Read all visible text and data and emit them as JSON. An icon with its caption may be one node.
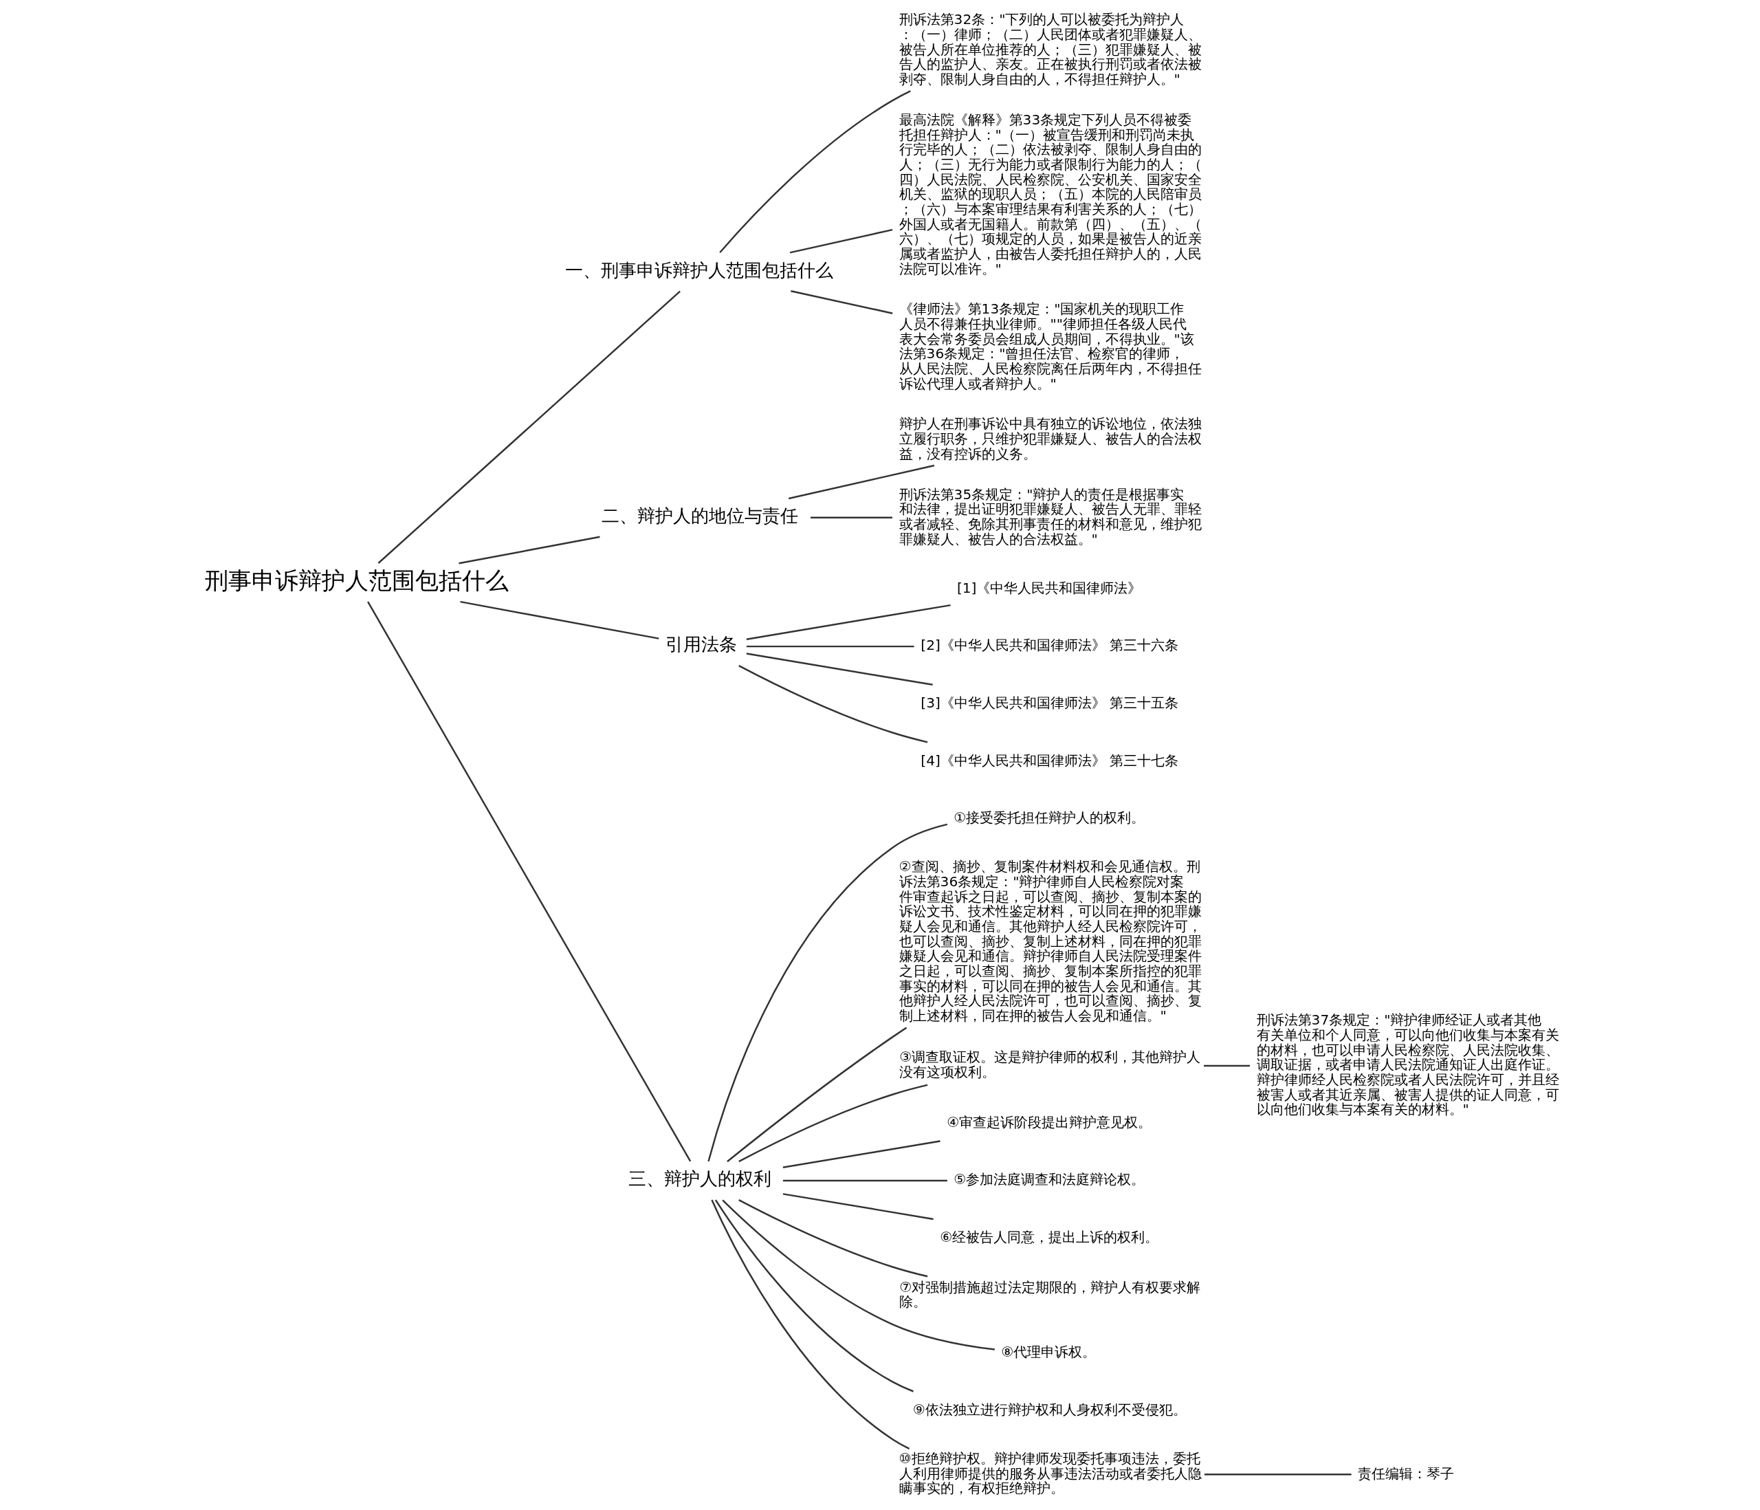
{
  "diagram": {
    "nodes": [
      {
        "text": [
          "刑事申诉辩护人范围包括什么"
        ]
      },
      {
        "text": [
          "一、刑事申诉辩护人范围包括什么"
        ]
      },
      {
        "text": [
          "刑诉法第32条：\"下列的人可以被委托为辩护人：（一）律师；（二）人民团体或者犯罪嫌疑人、被告人所在单位推荐的人；（三）犯罪嫌疑人、被告人的监护人、亲友。正在被执行刑罚或者依法被剥夺、限制人身自由的人，不得担任辩护人。\""
        ]
      },
      {
        "text": [
          "最高法院《解释》第33条规定下列人员不得被委托担任辩护人：\"（一）被宣告缓刑和刑罚尚未执行完毕的人；（二）依法被剥夺、限制人身自由的人；（三）无行为能力或者限制行为能力的人；（四）人民法院、人民检察院、公安机关、国家安全机关、监狱的现职人员；（五）本院的人民陪审员；（六）与本案审理结果有利害关系的人；（七）外国人或者无国籍人。前款第（四）、（五）、（六）、（七）项规定的人员，如果是被告人的近亲属或者监护人，由被告人委托担任辩护人的，人民法院可以准许。\""
        ]
      },
      {
        "text": [
          "《律师法》第13条规定：\"国家机关的现职工作人员不得兼任执业律师。\"\"律师担任各级人民代表大会常务委员会组成人员期间，不得执业。\"该法第36条规定：\"曾担任法官、检察官的律师，从人民法院、人民检察院离任后两年内，不得担任诉讼代理人或者辩护人。\""
        ]
      },
      {
        "text": [
          "二、辩护人的地位与责任"
        ]
      },
      {
        "text": [
          "辩护人在刑事诉讼中具有独立的诉讼地位，依法独立履行职务，只维护犯罪嫌疑人、被告人的合法权益，没有控诉的义务。"
        ]
      },
      {
        "text": [
          "刑诉法第35条规定：\"辩护人的责任是根据事实和法律，提出证明犯罪嫌疑人、被告人无罪、罪轻或者减轻、免除其刑事责任的材料和意见，维护犯罪嫌疑人、被告人的合法权益。\""
        ]
      },
      {
        "text": [
          "引用法条"
        ]
      },
      {
        "text": [
          "[1]《中华人民共和国律师法》"
        ]
      },
      {
        "text": [
          "[2]《中华人民共和国律师法》 第三十六条"
        ]
      },
      {
        "text": [
          "[3]《中华人民共和国律师法》 第三十五条"
        ]
      },
      {
        "text": [
          "[4]《中华人民共和国律师法》 第三十七条"
        ]
      },
      {
        "text": [
          "三、辩护人的权利"
        ]
      },
      {
        "text": [
          "①接受委托担任辩护人的权利。"
        ]
      },
      {
        "text": [
          "②查阅、摘抄、复制案件材料权和会见通信权。刑诉法第36条规定：\"辩护律师自人民检察院对案件审查起诉之日起，可以查阅、摘抄、复制本案的诉讼文书、技术性鉴定材料，可以同在押的犯罪嫌疑人会见和通信。其他辩护人经人民检察院许可，也可以查阅、摘抄、复制上述材料，同在押的犯罪嫌疑人会见和通信。辩护律师自人民法院受理案件之日起，可以查阅、摘抄、复制本案所指控的犯罪事实的材料，可以同在押的被告人会见和通信。其他辩护人经人民法院许可，也可以查阅、摘抄、复制上述材料，同在押的被告人会见和通信。\""
        ]
      },
      {
        "text": [
          "③调查取证权。这是辩护律师的权利，其他辩护人没有这项权利。"
        ]
      },
      {
        "text": [
          "④审查起诉阶段提出辩护意见权。"
        ]
      },
      {
        "text": [
          "⑤参加法庭调查和法庭辩论权。"
        ]
      },
      {
        "text": [
          "⑥经被告人同意，提出上诉的权利。"
        ]
      },
      {
        "text": [
          "⑦对强制措施超过法定期限的，辩护人有权要求解除。"
        ]
      },
      {
        "text": [
          "⑧代理申诉权。"
        ]
      },
      {
        "text": [
          "⑨依法独立进行辩护权和人身权利不受侵犯。"
        ]
      },
      {
        "text": [
          "⑩拒绝辩护权。辩护律师发现委托事项违法，委托人利用律师提供的服务从事违法活动或者委托人隐瞒事实的，有权拒绝辩护。"
        ]
      },
      {
        "text": [
          "刑诉法第37条规定：\"辩护律师经证人或者其他有关单位和个人同意，可以向他们收集与本案有关的材料，也可以申请人民检察院、人民法院收集、调取证据，或者申请人民法院通知证人出庭作证。辩护律师经人民检察院或者人民法院许可，并且经被害人或者其近亲属、被害人提供的证人同意，可以向他们收集与本案有关的材料。\""
        ]
      },
      {
        "text": [
          "责任编辑：琴子"
        ]
      }
    ],
    "edges": [
      {
        "from": 0,
        "to": 1,
        "arrow": "none"
      },
      {
        "from": 1,
        "to": 2,
        "arrow": "none"
      },
      {
        "from": 1,
        "to": 3,
        "arrow": "none"
      },
      {
        "from": 1,
        "to": 4,
        "arrow": "none"
      },
      {
        "from": 0,
        "to": 5,
        "arrow": "none"
      },
      {
        "from": 5,
        "to": 6,
        "arrow": "none"
      },
      {
        "from": 5,
        "to": 7,
        "arrow": "none"
      },
      {
        "from": 0,
        "to": 8,
        "arrow": "none"
      },
      {
        "from": 8,
        "to": 9,
        "arrow": "none"
      },
      {
        "from": 8,
        "to": 10,
        "arrow": "none"
      },
      {
        "from": 8,
        "to": 11,
        "arrow": "none"
      },
      {
        "from": 8,
        "to": 12,
        "arrow": "none"
      },
      {
        "from": 0,
        "to": 13,
        "arrow": "none"
      },
      {
        "from": 13,
        "to": 14,
        "arrow": "none"
      },
      {
        "from": 13,
        "to": 15,
        "arrow": "none"
      },
      {
        "from": 13,
        "to": 16,
        "arrow": "none"
      },
      {
        "from": 13,
        "to": 17,
        "arrow": "none"
      },
      {
        "from": 13,
        "to": 18,
        "arrow": "none"
      },
      {
        "from": 13,
        "to": 19,
        "arrow": "none"
      },
      {
        "from": 13,
        "to": 20,
        "arrow": "none"
      },
      {
        "from": 13,
        "to": 21,
        "arrow": "none"
      },
      {
        "from": 13,
        "to": 22,
        "arrow": "none"
      },
      {
        "from": 13,
        "to": 23,
        "arrow": "none"
      },
      {
        "from": 16,
        "to": 24,
        "arrow": "none"
      },
      {
        "from": 23,
        "to": 25,
        "arrow": "none"
      }
    ]
  }
}
